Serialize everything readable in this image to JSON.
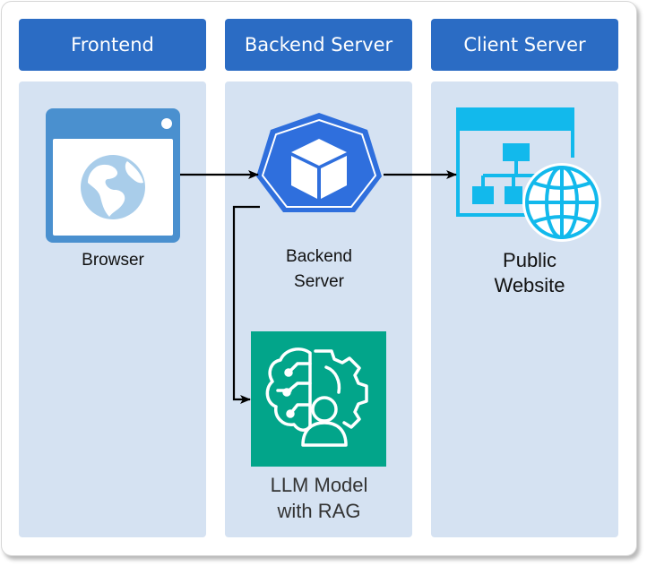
{
  "columns": [
    {
      "header": "Frontend"
    },
    {
      "header": "Backend Server"
    },
    {
      "header": "Client Server"
    }
  ],
  "nodes": {
    "browser": {
      "label": "Browser",
      "icon": "browser-globe-icon"
    },
    "backend": {
      "label": "Backend\nServer",
      "icon": "cube-heptagon-icon"
    },
    "website": {
      "label": "Public\nWebsite",
      "icon": "sitemap-globe-icon"
    },
    "llm": {
      "label": "LLM Model\nwith RAG",
      "icon": "ai-brain-gear-icon"
    }
  },
  "edges": [
    {
      "from": "browser",
      "to": "backend"
    },
    {
      "from": "backend",
      "to": "website"
    },
    {
      "from": "backend",
      "to": "llm"
    }
  ],
  "colors": {
    "header": "#2b6cc4",
    "column_background": "#d5e2f2",
    "browser_icon": "#4a90cf",
    "backend_icon": "#2f6fdd",
    "website_icon": "#12b9ec",
    "llm_icon": "#02a58a",
    "connector": "#000000"
  }
}
